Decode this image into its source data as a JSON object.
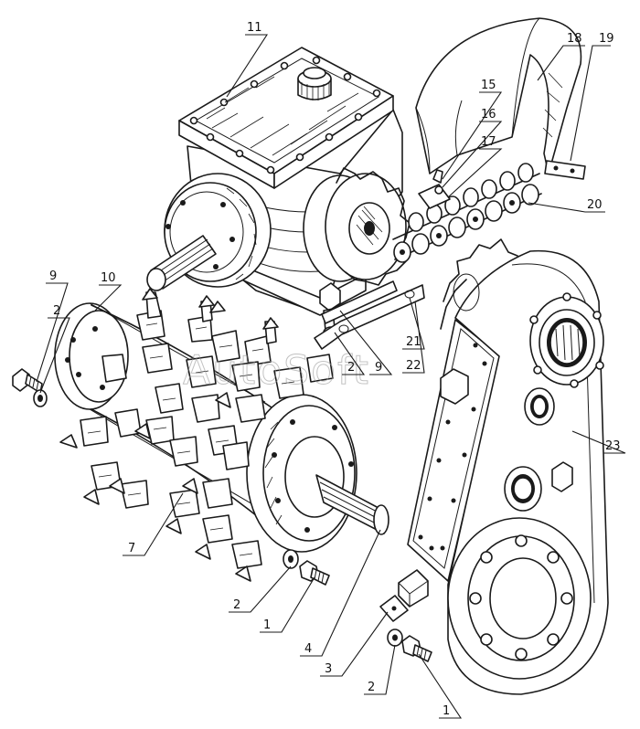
{
  "watermark": "AutoSoft",
  "callouts": [
    {
      "id": "c11",
      "label": "11"
    },
    {
      "id": "c18",
      "label": "18"
    },
    {
      "id": "c19",
      "label": "19"
    },
    {
      "id": "c15",
      "label": "15"
    },
    {
      "id": "c16",
      "label": "16"
    },
    {
      "id": "c17",
      "label": "17"
    },
    {
      "id": "c20",
      "label": "20"
    },
    {
      "id": "c9a",
      "label": "9"
    },
    {
      "id": "c10",
      "label": "10"
    },
    {
      "id": "c2a",
      "label": "2"
    },
    {
      "id": "c21",
      "label": "21"
    },
    {
      "id": "c22",
      "label": "22"
    },
    {
      "id": "c2b",
      "label": "2"
    },
    {
      "id": "c9b",
      "label": "9"
    },
    {
      "id": "c23",
      "label": "23"
    },
    {
      "id": "c7",
      "label": "7"
    },
    {
      "id": "c2c",
      "label": "2"
    },
    {
      "id": "c1a",
      "label": "1"
    },
    {
      "id": "c4",
      "label": "4"
    },
    {
      "id": "c3",
      "label": "3"
    },
    {
      "id": "c2d",
      "label": "2"
    },
    {
      "id": "c1b",
      "label": "1"
    }
  ]
}
